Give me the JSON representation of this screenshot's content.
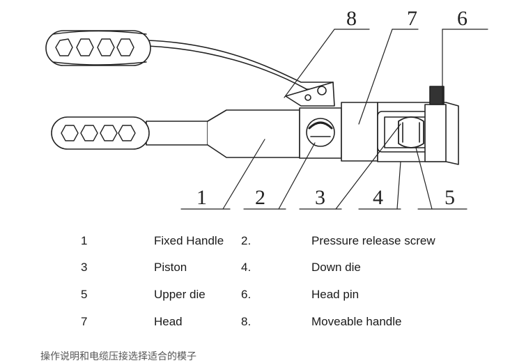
{
  "diagram": {
    "callouts": [
      "1",
      "2",
      "3",
      "4",
      "5",
      "6",
      "7",
      "8"
    ]
  },
  "legend": {
    "rows": [
      {
        "num_a": "1",
        "name_a": "Fixed Handle",
        "num_b": "2.",
        "name_b": "Pressure release screw"
      },
      {
        "num_a": "3",
        "name_a": "Piston",
        "num_b": "4.",
        "name_b": "Down die"
      },
      {
        "num_a": "5",
        "name_a": "Upper die",
        "num_b": "6.",
        "name_b": "Head pin"
      },
      {
        "num_a": "7",
        "name_a": "Head",
        "num_b": "8.",
        "name_b": "Moveable handle"
      }
    ]
  },
  "footer": {
    "text": "操作说明和电缆压接选择适合的模子"
  }
}
